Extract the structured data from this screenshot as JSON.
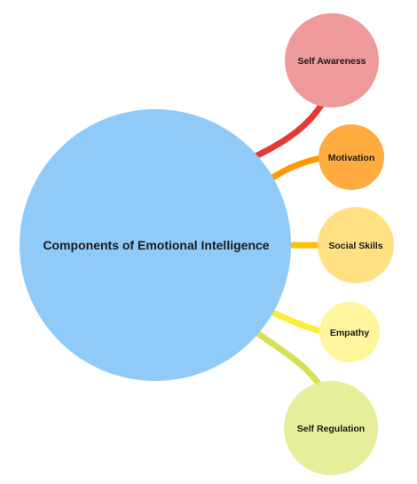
{
  "diagram": {
    "center": {
      "label": "Components of Emotional Intelligence",
      "color": "#90CAF9"
    },
    "nodes": [
      {
        "label": "Self Awareness",
        "color": "#EF9A9A",
        "connector_color": "#E53935"
      },
      {
        "label": "Motivation",
        "color": "#FFAB40",
        "connector_color": "#FF9800"
      },
      {
        "label": "Social Skills",
        "color": "#FFE082",
        "connector_color": "#FFC107"
      },
      {
        "label": "Empathy",
        "color": "#FFF59D",
        "connector_color": "#FFEB3B"
      },
      {
        "label": "Self Regulation",
        "color": "#E6EE9C",
        "connector_color": "#D4E157"
      }
    ]
  }
}
